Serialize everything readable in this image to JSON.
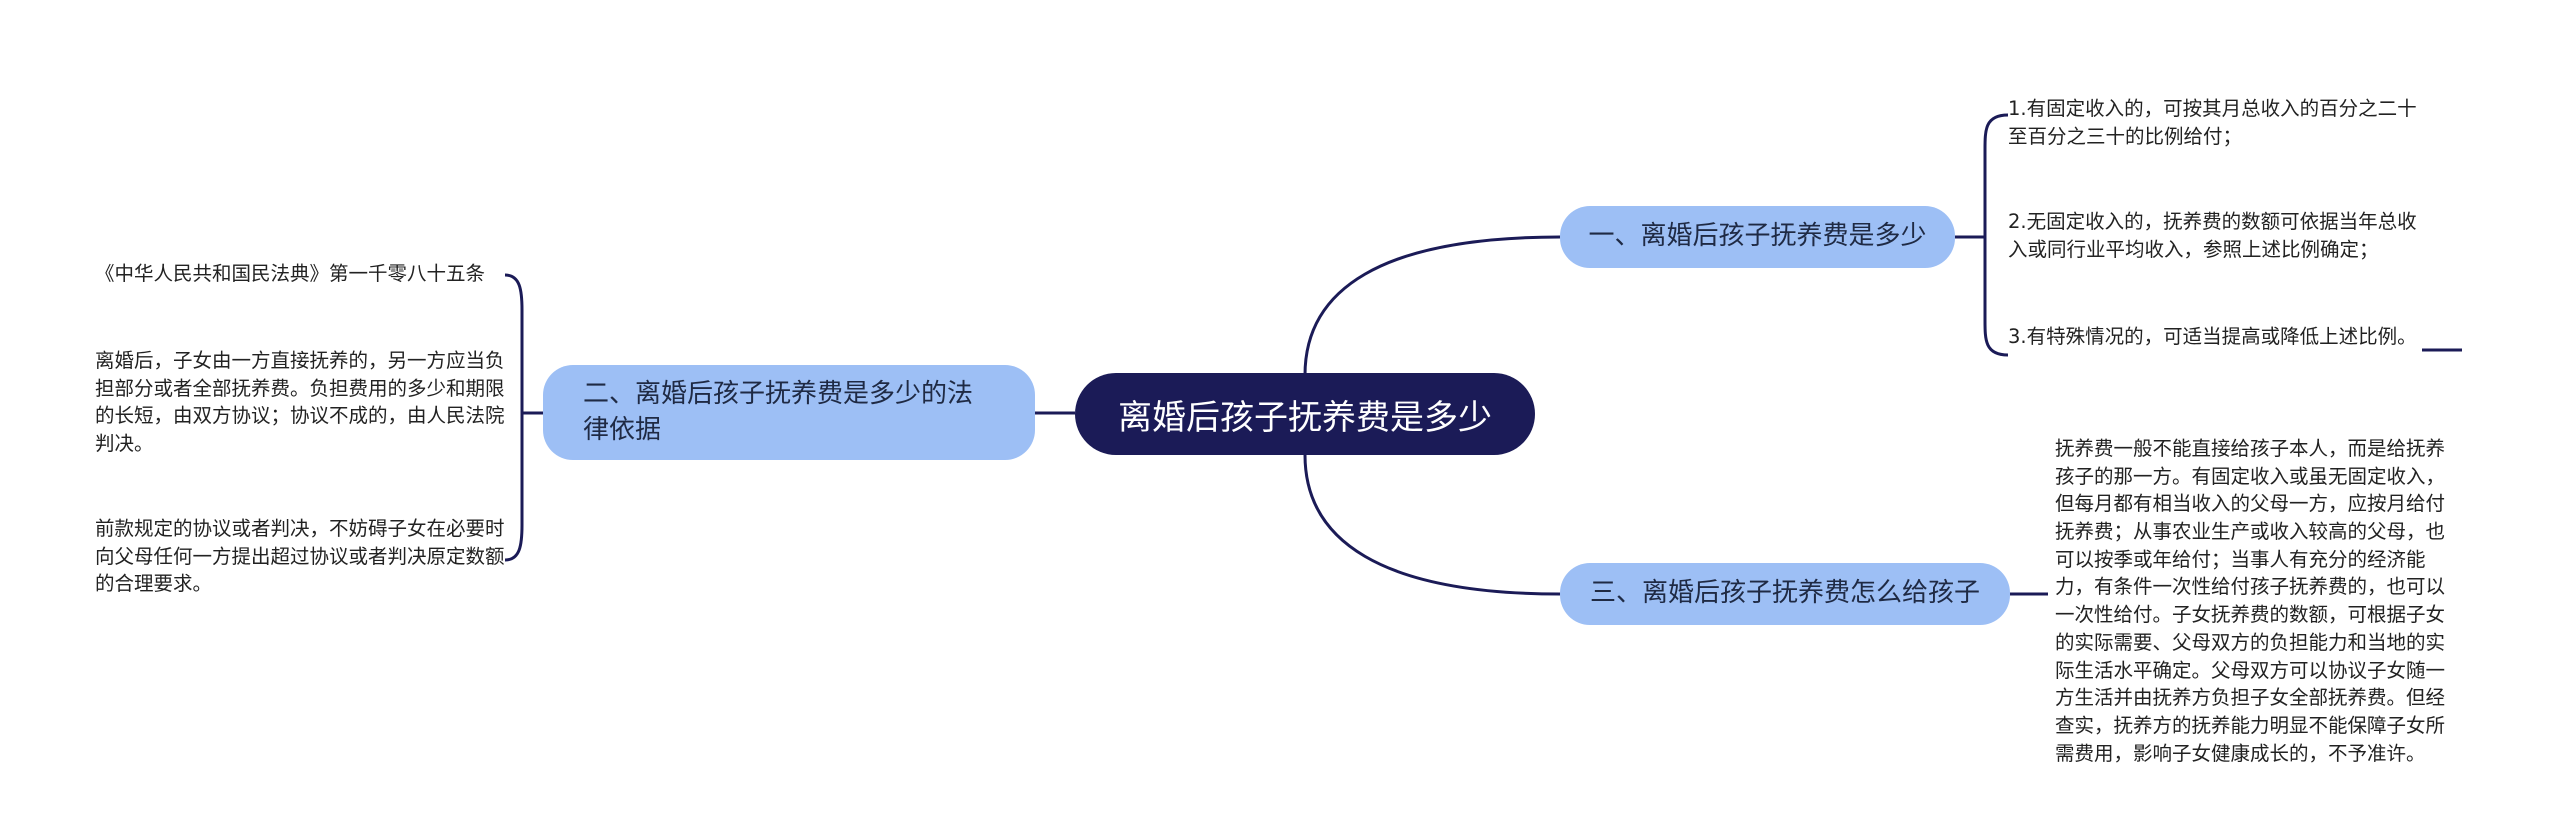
{
  "root": {
    "title": "离婚后孩子抚养费是多少"
  },
  "branches": [
    {
      "label": "一、离婚后孩子抚养费是多少",
      "leaves": [
        "1.有固定收入的，可按其月总收入的百分之二十至百分之三十的比例给付；",
        "2.无固定收入的，抚养费的数额可依据当年总收入或同行业平均收入，参照上述比例确定；",
        "3.有特殊情况的，可适当提高或降低上述比例。"
      ]
    },
    {
      "label": "二、离婚后孩子抚养费是多少的法律依据",
      "leaves": [
        "《中华人民共和国民法典》第一千零八十五条",
        "离婚后，子女由一方直接抚养的，另一方应当负担部分或者全部抚养费。负担费用的多少和期限的长短，由双方协议；协议不成的，由人民法院判决。",
        "前款规定的协议或者判决，不妨碍子女在必要时向父母任何一方提出超过协议或者判决原定数额的合理要求。"
      ]
    },
    {
      "label": "三、离婚后孩子抚养费怎么给孩子",
      "leaves": [
        "抚养费一般不能直接给孩子本人，而是给抚养孩子的那一方。有固定收入或虽无固定收入，但每月都有相当收入的父母一方，应按月给付抚养费；从事农业生产或收入较高的父母，也可以按季或年给付；当事人有充分的经济能力，有条件一次性给付孩子抚养费的，也可以一次性给付。子女抚养费的数额，可根据子女的实际需要、父母双方的负担能力和当地的实际生活水平确定。父母双方可以协议子女随一方生活并由抚养方负担子女全部抚养费。但经查实，抚养方的抚养能力明显不能保障子女所需费用，影响子女健康成长的，不予准许。"
      ]
    }
  ],
  "colors": {
    "root_fill": "#1b1b57",
    "branch_fill": "#9dbff5",
    "connector": "#1b1b57"
  }
}
